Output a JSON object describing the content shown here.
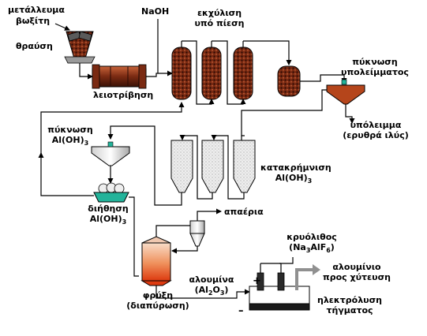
{
  "labels": {
    "ore": [
      "μετάλλευμα",
      "βωξίτη"
    ],
    "crushing": "θραύση",
    "naoh": "NaOH",
    "extraction": [
      "εκχύλιση",
      "υπό πίεση"
    ],
    "grinding": "λειοτρίβηση",
    "residue_thickening": [
      "πύκνωση",
      "υπολείμματος"
    ],
    "residue": [
      "υπόλειμμα",
      "(ερυθρά ιλύς)"
    ],
    "aloh_thickening": [
      "πύκνωση",
      "Al(OH)",
      "3"
    ],
    "precipitation": [
      "κατακρήμνιση",
      "Al(OH)",
      "3"
    ],
    "filtration": [
      "διήθηση",
      "Al(OH)",
      "3"
    ],
    "exhaust": "απαέρια",
    "cryolite": [
      "κρυόλιθος",
      "(Na",
      "3",
      "AlF",
      "6",
      ")"
    ],
    "calcination": [
      "φρύξη",
      "(διαπύρωση)"
    ],
    "alumina": [
      "αλουμίνα",
      "(Al",
      "2",
      "O",
      "3",
      ")"
    ],
    "aluminium": [
      "αλουμίνιο",
      "προς χύτευση"
    ],
    "electrolysis": [
      "ηλεκτρόλυση",
      "τήγματος"
    ],
    "plus": "+",
    "minus": "–"
  },
  "colors": {
    "ore_fill": "#8b3a1a",
    "vessel_fill": "#7a2a12",
    "settler_fill": "#b5451b",
    "precip_fill": "#e8e8e8",
    "kiln_top": "#f6d2bc",
    "kiln_bottom": "#e03a10",
    "line": "#000000",
    "valve": "#22b39a",
    "arrow_out": "#909090"
  }
}
